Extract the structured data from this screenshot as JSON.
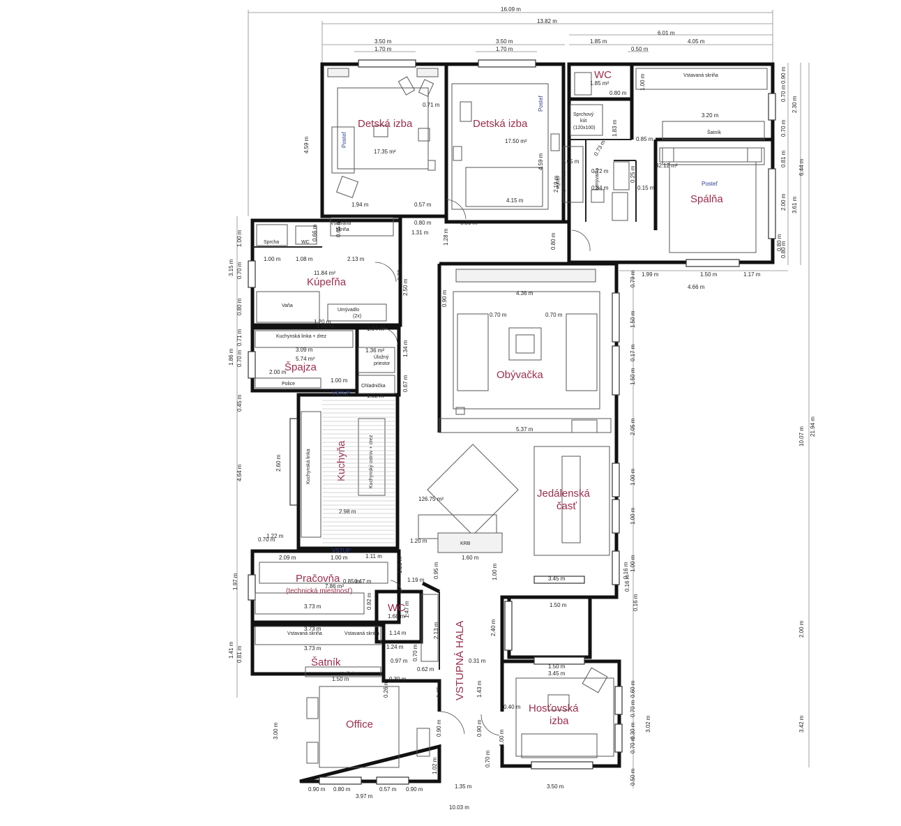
{
  "rooms": {
    "detska1": {
      "name": "Detská izba",
      "area": "17.35 m²",
      "bed": "Posteľ"
    },
    "detska2": {
      "name": "Detská izba",
      "area": "17.50 m²",
      "bed": "Posteľ"
    },
    "wc_top": {
      "name": "WC",
      "area": "1.85 m²"
    },
    "spalna": {
      "name": "Spálňa",
      "area": "32.12 m²",
      "bed": "Posteľ",
      "closet": "Vstavaná skriňa",
      "satnik": "Šatník"
    },
    "sprcha_kut": {
      "line1": "Sprchový",
      "line2": "kút",
      "line3": "(120x100)"
    },
    "kupelna": {
      "name": "Kúpeľňa",
      "area": "11.84 m²",
      "sprcha": "Sprcha",
      "wc": "WC",
      "vana": "Vaňa",
      "umyvadlo": "Umývadlo",
      "umyvadlo2": "(2x)"
    },
    "spajza": {
      "name": "Špajza",
      "area": "5.74 m²",
      "linka": "Kuchynská linka + drez",
      "police": "Police"
    },
    "ulozny": {
      "area": "1.36 m²",
      "line1": "Úložný",
      "line2": "priestor",
      "chladnicka": "Chladnička"
    },
    "kuchyna": {
      "name": "Kuchyňa",
      "linka": "Kuchynská linka",
      "ostrov": "Kuchynský ostrov + drez"
    },
    "obyvacka": {
      "name": "Obývačka",
      "area": "126.75 m²",
      "krb": "KRB"
    },
    "jedalen": {
      "name1": "Jedálenská",
      "name2": "časť"
    },
    "pracovna": {
      "name": "Pračovňa",
      "sub": "(technická miestnosť)",
      "area": "7.86 m²"
    },
    "wc_bottom": {
      "name": "WC",
      "area": "1.68 m²"
    },
    "satnik": {
      "name": "Šatník",
      "skrina1": "Vstavaná skriňa",
      "skrina2": "Vstavaná skriňa",
      "kniznica": "Knižnica"
    },
    "office": {
      "name": "Office"
    },
    "hala": {
      "name": "VSTUPNÁ HALA"
    },
    "hostovska": {
      "name1": "Hosťovská",
      "name2": "izba"
    },
    "vstavana_top": {
      "line1": "Vstavaná",
      "line2": "skriňa"
    },
    "vstavana_mid": {
      "line1": "Vstavaná",
      "line2": "skriňa"
    },
    "umyvadlo_mid": "Umývadlo",
    "vstup1": "VSTUP",
    "vstup2": "VSTUP"
  },
  "dims_top": {
    "d1": "16.09 m",
    "d2": "13.82 m",
    "d3": "6.01 m",
    "d4": "3.50 m",
    "d5": "1.70 m",
    "d6": "3.50 m",
    "d7": "1.70 m",
    "d8": "1.85 m",
    "d9": "0.50 m",
    "d10": "4.05 m"
  },
  "dims_inner": {
    "a": "0.71 m",
    "b": "1.94 m",
    "c": "0.57 m",
    "d": "4.15 m",
    "e": "0.80 m",
    "f": "0.80 m",
    "g": "1.31 m",
    "h": "1.28 m",
    "i": "0.80 m",
    "j": "0.65 m",
    "k": "2.19 m",
    "l": "4.59 m",
    "m": "0.72 m",
    "n": "0.84 m",
    "o": "0.73 m",
    "p": "1.83 m",
    "q": "0.85 m",
    "r": "3.20 m",
    "s": "1.00 m",
    "t": "0.80 m",
    "u": "0.25 m",
    "v": "0.15 m",
    "w": "1.00 m",
    "x": "1.08 m",
    "y": "2.13 m",
    "z": "2.50 m",
    "aa": "0.70 m",
    "ab": "1.20 m",
    "ac": "1.04 m",
    "ad": "3.09 m",
    "ae": "2.00 m",
    "af": "1.00 m",
    "ag": "1.34 m",
    "ah": "0.67 m",
    "ai": "1.02 m",
    "aj": "2.60 m",
    "ak": "2.98 m",
    "al": "4.36 m",
    "am": "0.70 m",
    "an": "0.70 m",
    "ao": "0.90 m",
    "ap": "5.37 m",
    "aq": "1.20 m",
    "ar": "1.60 m",
    "as": "1.00 m",
    "at": "3.45 m",
    "au": "1.50 m",
    "av": "2.40 m",
    "aw": "1.50 m",
    "ax": "3.45 m",
    "ay": "0.40 m",
    "az": "1.00 m",
    "ba": "1.22 m",
    "bb": "0.70 m",
    "bc": "2.09 m",
    "bd": "1.00 m",
    "be": "1.11 m",
    "bf": "1.25 m",
    "bg": "1.19 m",
    "bh": "0.95 m",
    "bi": "3.73 m",
    "bj": "0.92 m",
    "bk": "1.47 m",
    "bl": "1.14 m",
    "bm": "3.73 m",
    "bn": "3.73 m",
    "bo": "1.24 m",
    "bp": "0.97 m",
    "bq": "0.62 m",
    "br": "0.70 m",
    "bs": "2.13 m",
    "bt": "0.31 m",
    "bu": "1.50 m",
    "bv": "0.30 m",
    "bw": "0.26 m",
    "bx": "1.45 m",
    "by": "1.43 m",
    "bz": "0.90 m",
    "ca": "0.90 m",
    "cb": "1.02 m",
    "cc": "0.70 m",
    "cd": "1.35 m",
    "ce": "3.50 m",
    "cf": "1.60 m",
    "cg": "0.90 m",
    "ch": "0.80 m",
    "ci": "0.57 m",
    "cj": "0.90 m",
    "ck": "3.97 m",
    "cl": "10.03 m",
    "cm": "4.59 m",
    "cn": "1.99 m",
    "co": "1.50 m",
    "cp": "1.17 m",
    "cq": "4.66 m",
    "cr": "0.65 m",
    "cs": "0.66 m",
    "ct": "0.85 m",
    "cu": "0.47 m",
    "cv": "0.80 m"
  },
  "dims_left": {
    "l1": "1.00 m",
    "l2": "3.15 m",
    "l3": "0.70 m",
    "l4": "0.80 m",
    "l5": "1.86 m",
    "l6": "0.71 m",
    "l7": "0.70 m",
    "l8": "0.45 m",
    "l9": "4.64 m",
    "l10": "1.97 m",
    "l11": "1.41 m",
    "l12": "0.81 m",
    "l13": "3.00 m",
    "l14": "1.00 m"
  },
  "dims_right": {
    "r1": "0.90 m",
    "r2": "0.70 m",
    "r3": "2.30 m",
    "r4": "0.70 m",
    "r5": "0.81 m",
    "r6": "2.00 m",
    "r7": "0.80 m",
    "r8": "3.61 m",
    "r9": "6.44 m",
    "r10": "0.79 m",
    "r11": "1.50 m",
    "r12": "0.17 m",
    "r13": "1.50 m",
    "r14": "2.05 m",
    "r15": "1.00 m",
    "r16": "1.00 m",
    "r17": "0.16 m",
    "r18": "1.00 m",
    "r19": "0.16 m",
    "r20": "10.07 m",
    "r21": "21.94 m",
    "r22": "2.00 m",
    "r23": "0.60 m",
    "r24": "0.70 m",
    "r25": "0.30 m",
    "r26": "0.70 m",
    "r27": "3.02 m",
    "r28": "3.42 m",
    "r29": "0.50 m",
    "r30": "0.16 m"
  }
}
